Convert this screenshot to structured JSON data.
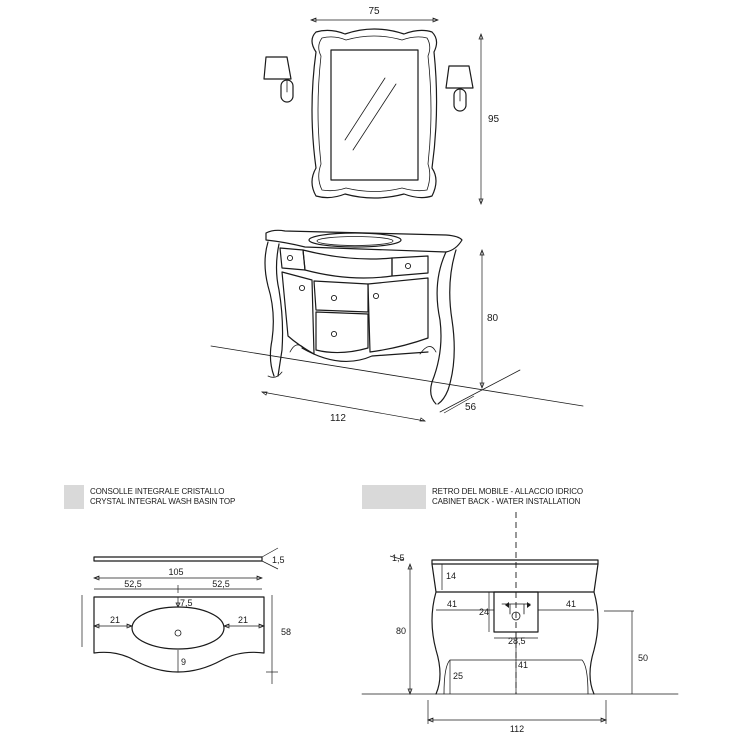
{
  "top_view": {
    "mirror_width": "75",
    "mirror_height": "95",
    "cabinet_height": "80",
    "cabinet_width": "112",
    "cabinet_depth": "56"
  },
  "basin_top": {
    "title_line1": "CONSOLLE INTEGRALE CRISTALLO",
    "title_line2": "CRYSTAL INTEGRAL WASH BASIN TOP",
    "thickness": "1,5",
    "total_width": "105",
    "half_left": "52,5",
    "half_right": "52,5",
    "drain_offset": "7,5",
    "side_left": "21",
    "side_right": "21",
    "depth": "58",
    "front_gap": "9"
  },
  "cabinet_back": {
    "title_line1": "RETRO DEL MOBILE - ALLACCIO IDRICO",
    "title_line2": "CABINET BACK - WATER INSTALLATION",
    "top_thickness": "1,5",
    "top_band": "14",
    "total_height": "80",
    "left_to_box": "41",
    "right_to_box": "41",
    "box_height": "24",
    "box_width": "28,5",
    "drain_height": "41",
    "leg_height": "25",
    "floor_to_box": "50",
    "total_width": "112"
  }
}
